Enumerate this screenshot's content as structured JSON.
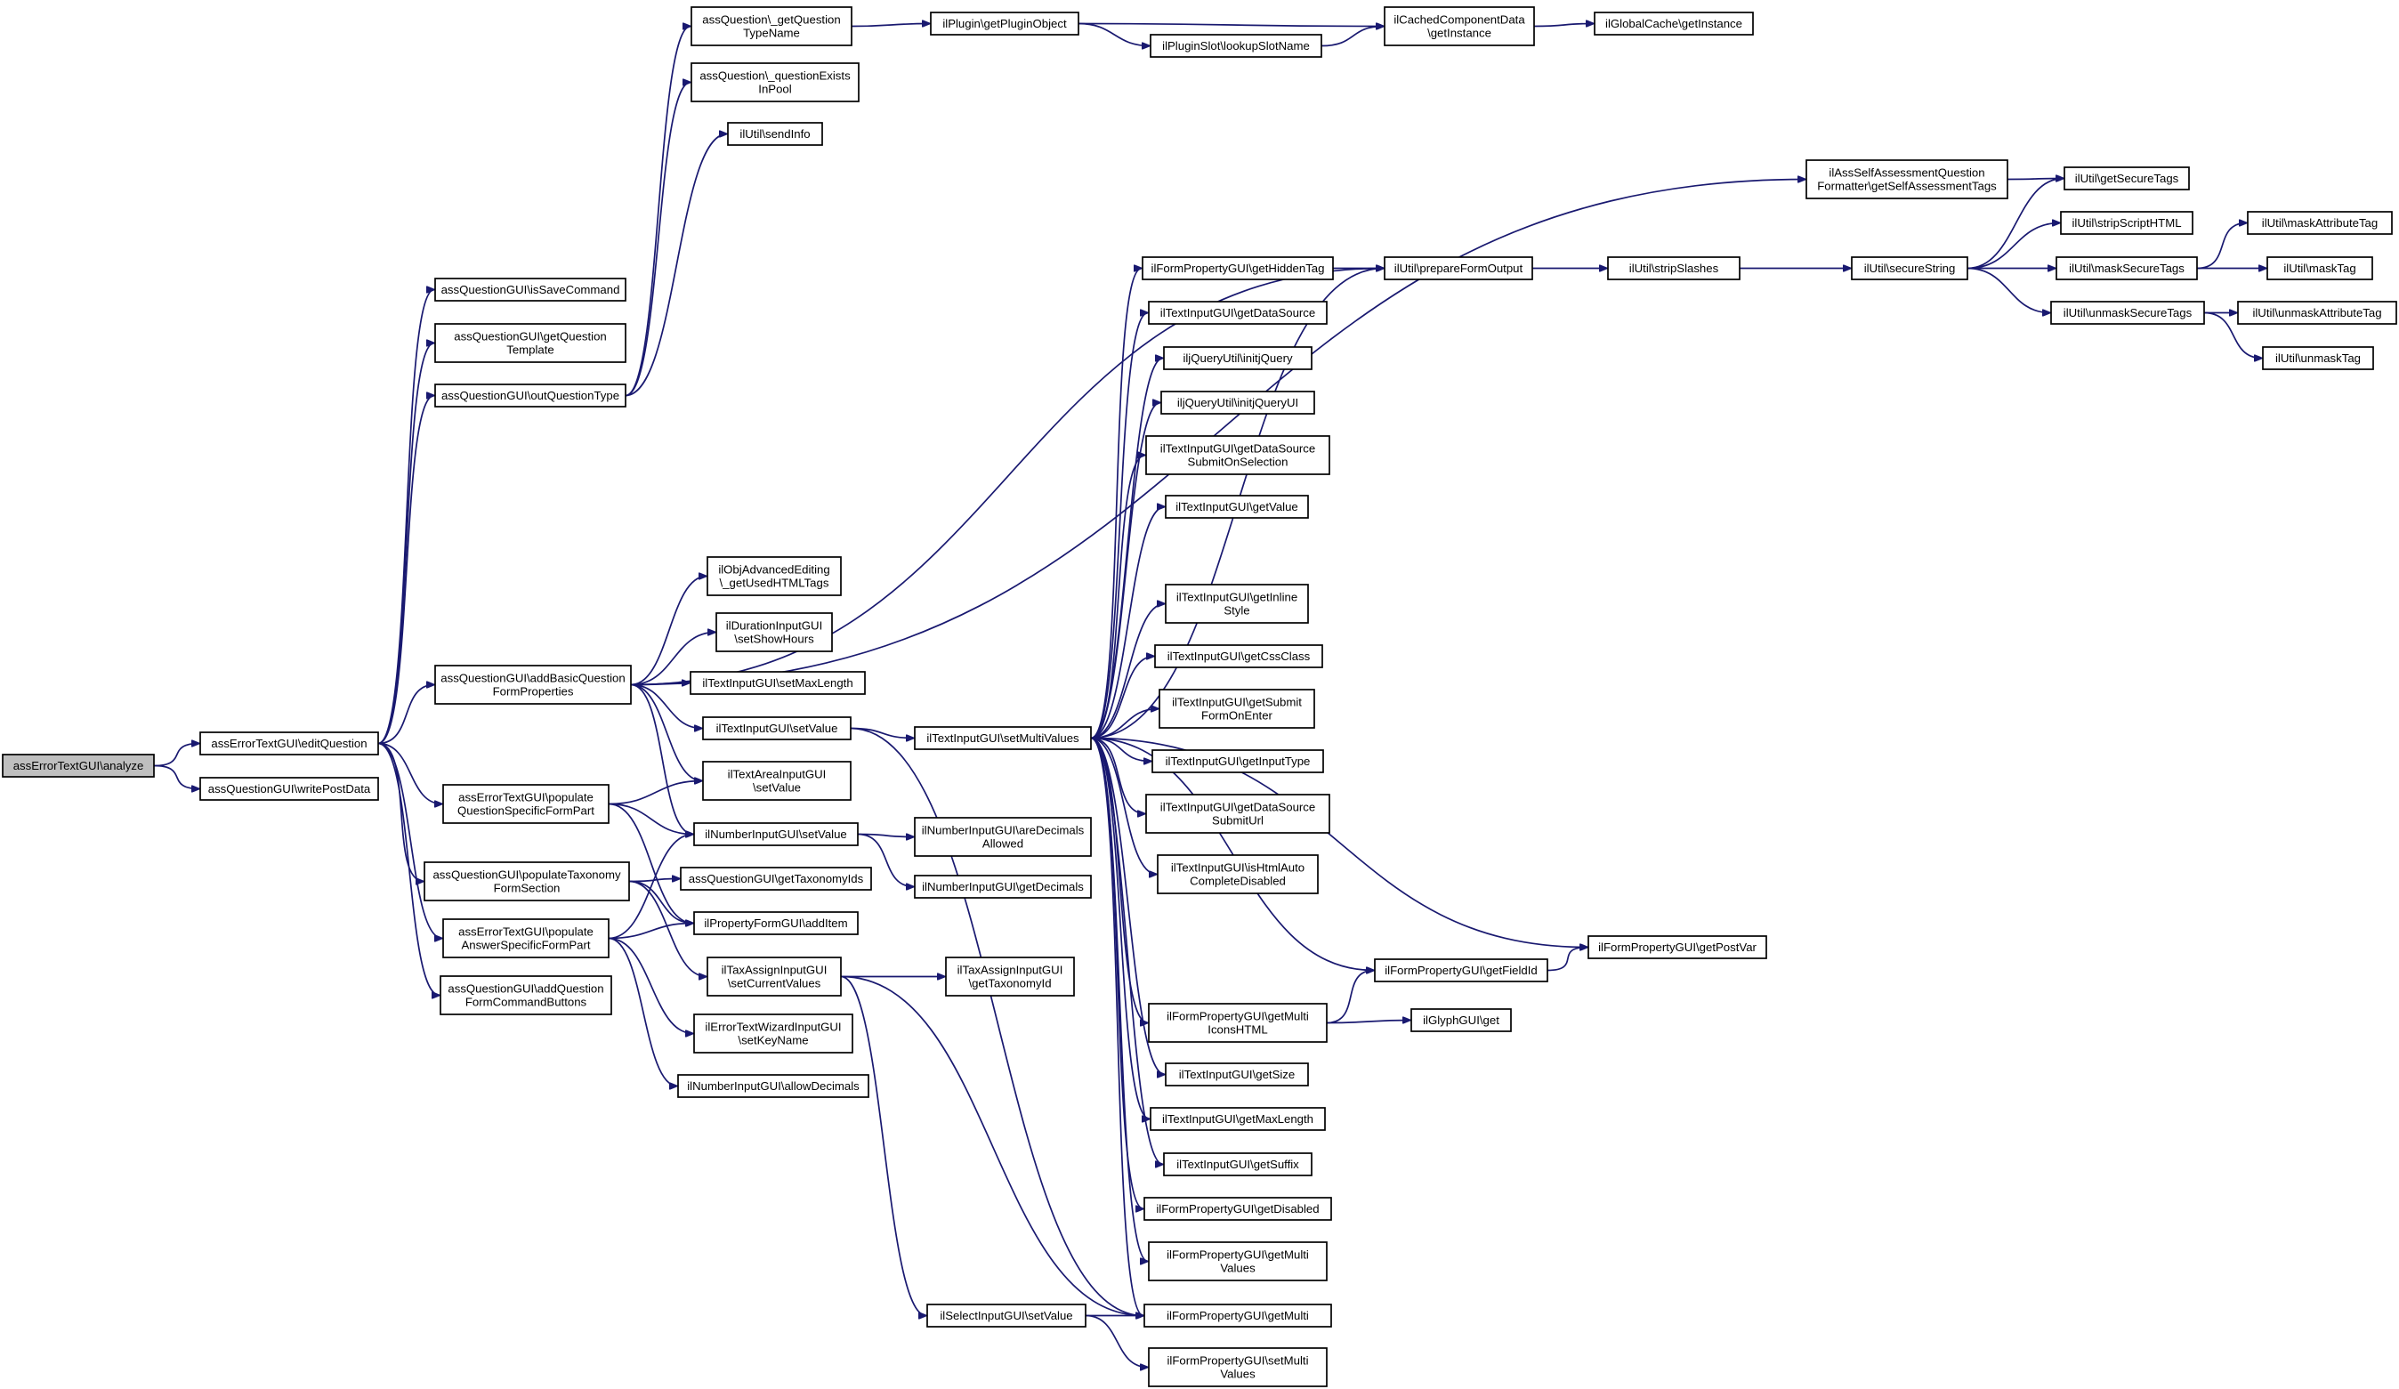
{
  "diagram": {
    "nodes": [
      {
        "id": "n0",
        "lines": [
          "assErrorTextGUI\\analyze"
        ],
        "root": true
      },
      {
        "id": "n1",
        "lines": [
          "assErrorTextGUI\\editQuestion"
        ]
      },
      {
        "id": "n2",
        "lines": [
          "assQuestionGUI\\writePostData"
        ]
      },
      {
        "id": "n3",
        "lines": [
          "assQuestionGUI\\isSaveCommand"
        ]
      },
      {
        "id": "n4",
        "lines": [
          "assQuestionGUI\\getQuestion",
          "Template"
        ]
      },
      {
        "id": "n5",
        "lines": [
          "assQuestionGUI\\outQuestionType"
        ]
      },
      {
        "id": "n6",
        "lines": [
          "assQuestionGUI\\addBasicQuestion",
          "FormProperties"
        ]
      },
      {
        "id": "n7",
        "lines": [
          "assErrorTextGUI\\populate",
          "QuestionSpecificFormPart"
        ]
      },
      {
        "id": "n8",
        "lines": [
          "assQuestionGUI\\populateTaxonomy",
          "FormSection"
        ]
      },
      {
        "id": "n9",
        "lines": [
          "assErrorTextGUI\\populate",
          "AnswerSpecificFormPart"
        ]
      },
      {
        "id": "n10",
        "lines": [
          "assQuestionGUI\\addQuestion",
          "FormCommandButtons"
        ]
      },
      {
        "id": "n11",
        "lines": [
          "assQuestion\\_getQuestion",
          "TypeName"
        ]
      },
      {
        "id": "n12",
        "lines": [
          "assQuestion\\_questionExists",
          "InPool"
        ]
      },
      {
        "id": "n13",
        "lines": [
          "ilUtil\\sendInfo"
        ]
      },
      {
        "id": "n14",
        "lines": [
          "ilPlugin\\getPluginObject"
        ]
      },
      {
        "id": "n15",
        "lines": [
          "ilPluginSlot\\lookupSlotName"
        ]
      },
      {
        "id": "n16",
        "lines": [
          "ilCachedComponentData",
          "\\getInstance"
        ]
      },
      {
        "id": "n17",
        "lines": [
          "ilGlobalCache\\getInstance"
        ]
      },
      {
        "id": "n18",
        "lines": [
          "ilObjAdvancedEditing",
          "\\_getUsedHTMLTags"
        ]
      },
      {
        "id": "n19",
        "lines": [
          "ilDurationInputGUI",
          "\\setShowHours"
        ]
      },
      {
        "id": "n20",
        "lines": [
          "ilTextInputGUI\\setMaxLength"
        ]
      },
      {
        "id": "n21",
        "lines": [
          "ilTextInputGUI\\setValue"
        ]
      },
      {
        "id": "n22",
        "lines": [
          "ilTextAreaInputGUI",
          "\\setValue"
        ]
      },
      {
        "id": "n23",
        "lines": [
          "ilNumberInputGUI\\setValue"
        ]
      },
      {
        "id": "n24",
        "lines": [
          "assQuestionGUI\\getTaxonomyIds"
        ]
      },
      {
        "id": "n25",
        "lines": [
          "ilPropertyFormGUI\\addItem"
        ]
      },
      {
        "id": "n26",
        "lines": [
          "ilTaxAssignInputGUI",
          "\\setCurrentValues"
        ]
      },
      {
        "id": "n27",
        "lines": [
          "ilErrorTextWizardInputGUI",
          "\\setKeyName"
        ]
      },
      {
        "id": "n28",
        "lines": [
          "ilNumberInputGUI\\allowDecimals"
        ]
      },
      {
        "id": "n29",
        "lines": [
          "ilTextInputGUI\\setMultiValues"
        ]
      },
      {
        "id": "n30",
        "lines": [
          "ilNumberInputGUI\\areDecimals",
          "Allowed"
        ]
      },
      {
        "id": "n31",
        "lines": [
          "ilNumberInputGUI\\getDecimals"
        ]
      },
      {
        "id": "n32",
        "lines": [
          "ilTaxAssignInputGUI",
          "\\getTaxonomyId"
        ]
      },
      {
        "id": "n33",
        "lines": [
          "ilSelectInputGUI\\setValue"
        ]
      },
      {
        "id": "n34",
        "lines": [
          "ilAssSelfAssessmentQuestion",
          "Formatter\\getSelfAssessmentTags"
        ]
      },
      {
        "id": "n35",
        "lines": [
          "ilFormPropertyGUI\\getHiddenTag"
        ]
      },
      {
        "id": "n36",
        "lines": [
          "ilUtil\\prepareFormOutput"
        ]
      },
      {
        "id": "n37",
        "lines": [
          "ilUtil\\stripSlashes"
        ]
      },
      {
        "id": "n38",
        "lines": [
          "ilUtil\\secureString"
        ]
      },
      {
        "id": "n39",
        "lines": [
          "ilUtil\\getSecureTags"
        ]
      },
      {
        "id": "n40",
        "lines": [
          "ilUtil\\stripScriptHTML"
        ]
      },
      {
        "id": "n41",
        "lines": [
          "ilUtil\\maskSecureTags"
        ]
      },
      {
        "id": "n42",
        "lines": [
          "ilUtil\\unmaskSecureTags"
        ]
      },
      {
        "id": "n43",
        "lines": [
          "ilUtil\\maskAttributeTag"
        ]
      },
      {
        "id": "n44",
        "lines": [
          "ilUtil\\maskTag"
        ]
      },
      {
        "id": "n45",
        "lines": [
          "ilUtil\\unmaskAttributeTag"
        ]
      },
      {
        "id": "n46",
        "lines": [
          "ilUtil\\unmaskTag"
        ]
      },
      {
        "id": "n47",
        "lines": [
          "ilTextInputGUI\\getDataSource"
        ]
      },
      {
        "id": "n48",
        "lines": [
          "iljQueryUtil\\initjQuery"
        ]
      },
      {
        "id": "n49",
        "lines": [
          "iljQueryUtil\\initjQueryUI"
        ]
      },
      {
        "id": "n50",
        "lines": [
          "ilTextInputGUI\\getDataSource",
          "SubmitOnSelection"
        ]
      },
      {
        "id": "n51",
        "lines": [
          "ilTextInputGUI\\getValue"
        ]
      },
      {
        "id": "n52",
        "lines": [
          "ilTextInputGUI\\getInline",
          "Style"
        ]
      },
      {
        "id": "n53",
        "lines": [
          "ilTextInputGUI\\getCssClass"
        ]
      },
      {
        "id": "n54",
        "lines": [
          "ilTextInputGUI\\getSubmit",
          "FormOnEnter"
        ]
      },
      {
        "id": "n55",
        "lines": [
          "ilTextInputGUI\\getInputType"
        ]
      },
      {
        "id": "n56",
        "lines": [
          "ilTextInputGUI\\getDataSource",
          "SubmitUrl"
        ]
      },
      {
        "id": "n57",
        "lines": [
          "ilTextInputGUI\\isHtmlAuto",
          "CompleteDisabled"
        ]
      },
      {
        "id": "n58",
        "lines": [
          "ilFormPropertyGUI\\getFieldId"
        ]
      },
      {
        "id": "n59",
        "lines": [
          "ilFormPropertyGUI\\getPostVar"
        ]
      },
      {
        "id": "n60",
        "lines": [
          "ilFormPropertyGUI\\getMulti",
          "IconsHTML"
        ]
      },
      {
        "id": "n61",
        "lines": [
          "ilGlyphGUI\\get"
        ]
      },
      {
        "id": "n62",
        "lines": [
          "ilTextInputGUI\\getSize"
        ]
      },
      {
        "id": "n63",
        "lines": [
          "ilTextInputGUI\\getMaxLength"
        ]
      },
      {
        "id": "n64",
        "lines": [
          "ilTextInputGUI\\getSuffix"
        ]
      },
      {
        "id": "n65",
        "lines": [
          "ilFormPropertyGUI\\getDisabled"
        ]
      },
      {
        "id": "n66",
        "lines": [
          "ilFormPropertyGUI\\getMulti",
          "Values"
        ]
      },
      {
        "id": "n67",
        "lines": [
          "ilFormPropertyGUI\\getMulti"
        ]
      },
      {
        "id": "n68",
        "lines": [
          "ilFormPropertyGUI\\setMulti",
          "Values"
        ]
      }
    ],
    "edges": [
      [
        "n0",
        "n1"
      ],
      [
        "n0",
        "n2"
      ],
      [
        "n1",
        "n3"
      ],
      [
        "n1",
        "n4"
      ],
      [
        "n1",
        "n5"
      ],
      [
        "n1",
        "n6"
      ],
      [
        "n1",
        "n7"
      ],
      [
        "n1",
        "n8"
      ],
      [
        "n1",
        "n9"
      ],
      [
        "n1",
        "n10"
      ],
      [
        "n5",
        "n11"
      ],
      [
        "n5",
        "n12"
      ],
      [
        "n5",
        "n13"
      ],
      [
        "n11",
        "n14"
      ],
      [
        "n14",
        "n16"
      ],
      [
        "n14",
        "n15"
      ],
      [
        "n15",
        "n16"
      ],
      [
        "n16",
        "n17"
      ],
      [
        "n6",
        "n34"
      ],
      [
        "n6",
        "n36"
      ],
      [
        "n6",
        "n18"
      ],
      [
        "n6",
        "n19"
      ],
      [
        "n6",
        "n20"
      ],
      [
        "n6",
        "n21"
      ],
      [
        "n6",
        "n22"
      ],
      [
        "n6",
        "n23"
      ],
      [
        "n21",
        "n29"
      ],
      [
        "n21",
        "n67"
      ],
      [
        "n7",
        "n22"
      ],
      [
        "n7",
        "n23"
      ],
      [
        "n7",
        "n25"
      ],
      [
        "n8",
        "n24"
      ],
      [
        "n8",
        "n25"
      ],
      [
        "n8",
        "n26"
      ],
      [
        "n9",
        "n25"
      ],
      [
        "n9",
        "n27"
      ],
      [
        "n9",
        "n28"
      ],
      [
        "n9",
        "n23"
      ],
      [
        "n23",
        "n30"
      ],
      [
        "n23",
        "n31"
      ],
      [
        "n26",
        "n32"
      ],
      [
        "n26",
        "n33"
      ],
      [
        "n26",
        "n67"
      ],
      [
        "n33",
        "n67"
      ],
      [
        "n33",
        "n68"
      ],
      [
        "n34",
        "n39"
      ],
      [
        "n35",
        "n36"
      ],
      [
        "n36",
        "n37"
      ],
      [
        "n37",
        "n38"
      ],
      [
        "n38",
        "n39"
      ],
      [
        "n38",
        "n40"
      ],
      [
        "n38",
        "n41"
      ],
      [
        "n38",
        "n42"
      ],
      [
        "n41",
        "n43"
      ],
      [
        "n41",
        "n44"
      ],
      [
        "n42",
        "n45"
      ],
      [
        "n42",
        "n46"
      ],
      [
        "n29",
        "n35"
      ],
      [
        "n29",
        "n36"
      ],
      [
        "n29",
        "n47"
      ],
      [
        "n29",
        "n48"
      ],
      [
        "n29",
        "n49"
      ],
      [
        "n29",
        "n50"
      ],
      [
        "n29",
        "n51"
      ],
      [
        "n29",
        "n52"
      ],
      [
        "n29",
        "n53"
      ],
      [
        "n29",
        "n54"
      ],
      [
        "n29",
        "n55"
      ],
      [
        "n29",
        "n56"
      ],
      [
        "n29",
        "n57"
      ],
      [
        "n29",
        "n58"
      ],
      [
        "n29",
        "n59"
      ],
      [
        "n29",
        "n60"
      ],
      [
        "n29",
        "n62"
      ],
      [
        "n29",
        "n63"
      ],
      [
        "n29",
        "n64"
      ],
      [
        "n29",
        "n65"
      ],
      [
        "n29",
        "n66"
      ],
      [
        "n29",
        "n67"
      ],
      [
        "n58",
        "n59"
      ],
      [
        "n60",
        "n58"
      ],
      [
        "n60",
        "n61"
      ]
    ]
  }
}
